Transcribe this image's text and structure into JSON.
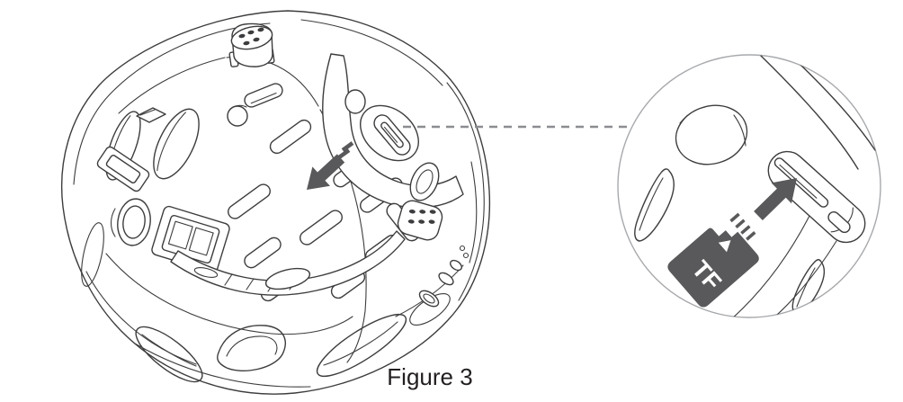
{
  "figure": {
    "caption": "Figure 3"
  },
  "detail_view": {
    "card_label": "TF"
  },
  "icons": {
    "removal_arrow_icon": "thick-arrow-down-left",
    "insert_arrow_icon": "thick-arrow-up-right",
    "leader_line": "dashed-leader-line",
    "detail_circle": "magnified-callout-circle"
  },
  "colors": {
    "ink": "#3d3d3f",
    "dark_fill": "#59595b",
    "dashed_line": "#8b8d90",
    "detail_circle": "#a7a9ac",
    "background": "#ffffff"
  }
}
